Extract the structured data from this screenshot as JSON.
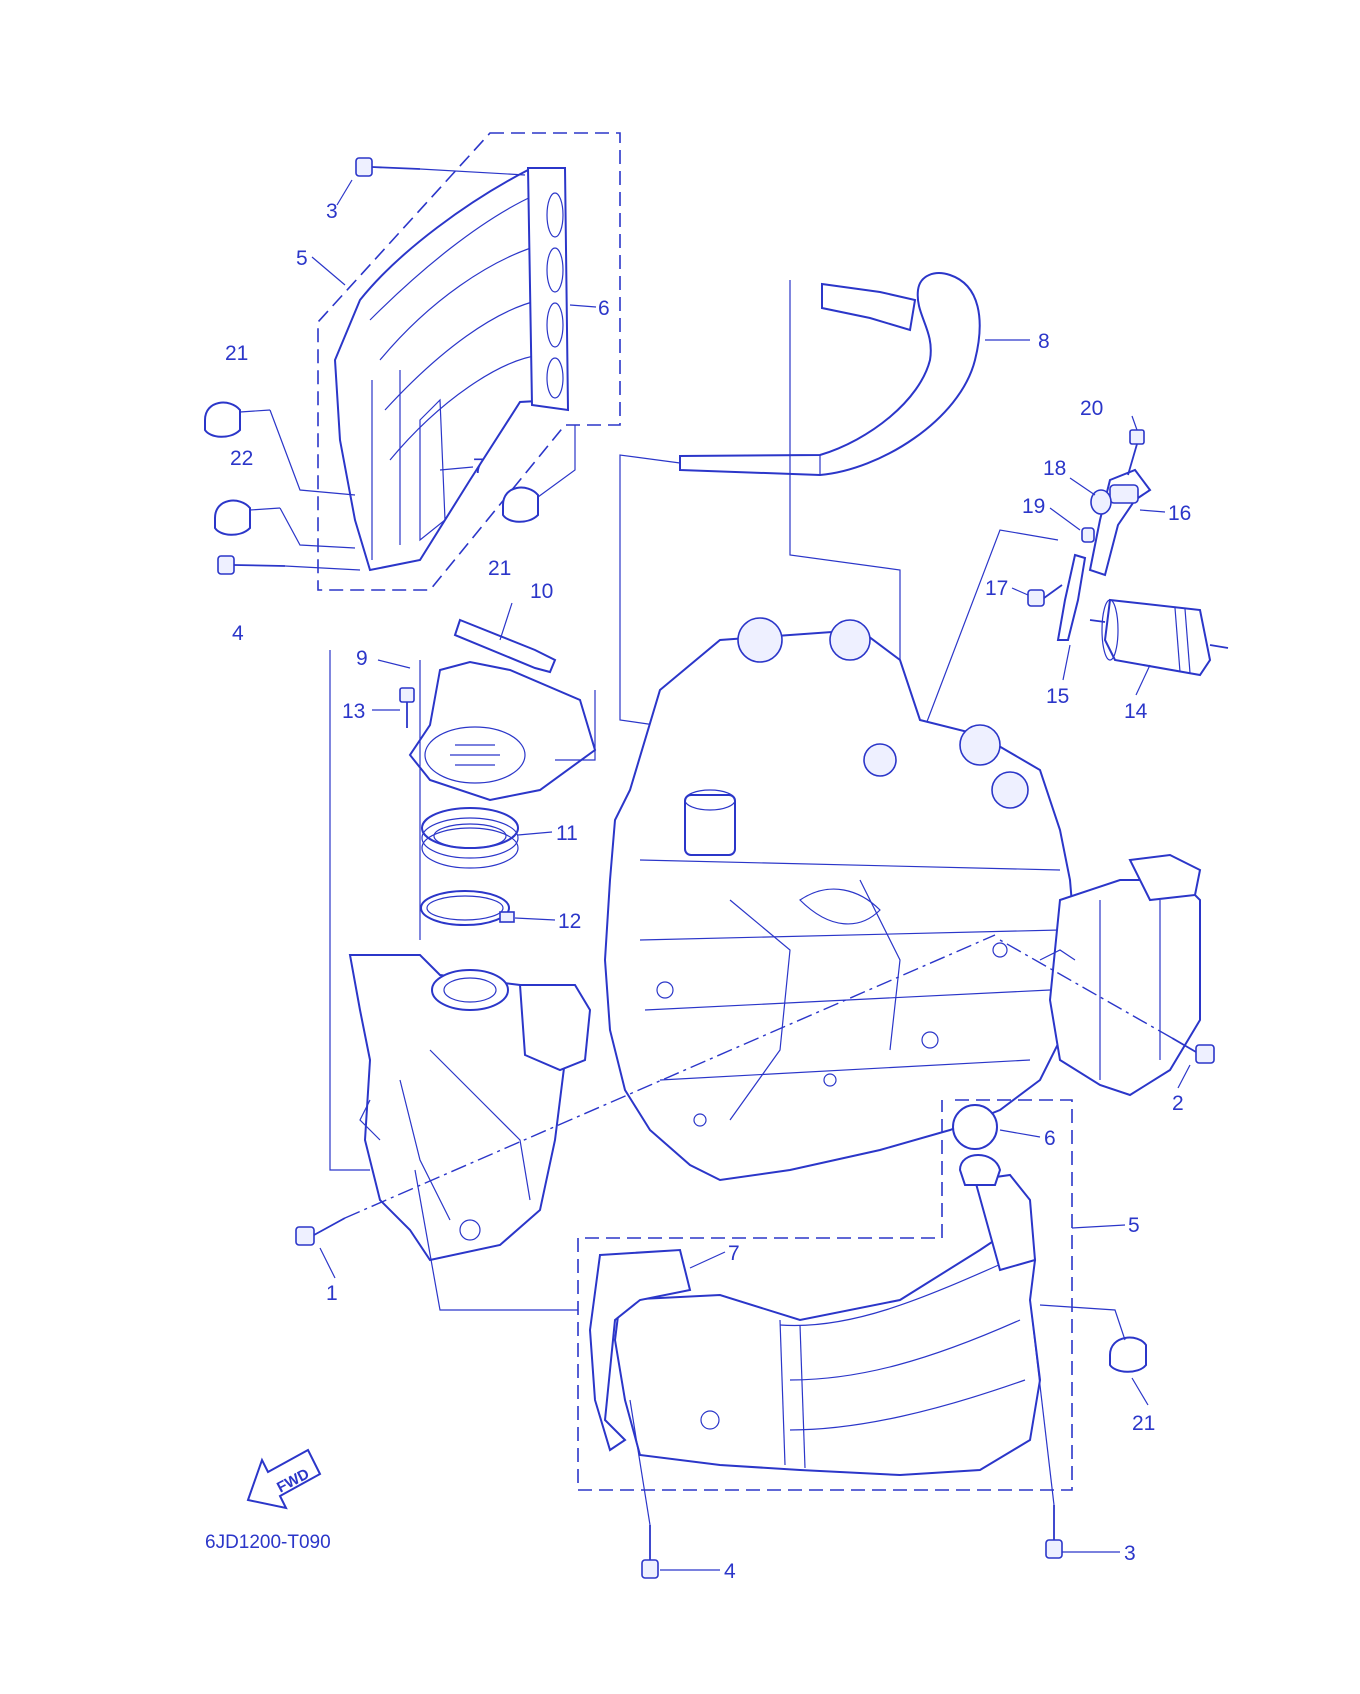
{
  "diagram_code": "6JD1200-T090",
  "fwd_label": "FWD",
  "callouts": [
    {
      "id": "c3a",
      "text": "3"
    },
    {
      "id": "c5a",
      "text": "5"
    },
    {
      "id": "c6a",
      "text": "6"
    },
    {
      "id": "c8",
      "text": "8"
    },
    {
      "id": "c21a",
      "text": "21"
    },
    {
      "id": "c20",
      "text": "20"
    },
    {
      "id": "c7a",
      "text": "7"
    },
    {
      "id": "c18",
      "text": "18"
    },
    {
      "id": "c22",
      "text": "22"
    },
    {
      "id": "c16",
      "text": "16"
    },
    {
      "id": "c19",
      "text": "19"
    },
    {
      "id": "c21b",
      "text": "21"
    },
    {
      "id": "c17",
      "text": "17"
    },
    {
      "id": "c4a",
      "text": "4"
    },
    {
      "id": "c10",
      "text": "10"
    },
    {
      "id": "c9",
      "text": "9"
    },
    {
      "id": "c15",
      "text": "15"
    },
    {
      "id": "c14",
      "text": "14"
    },
    {
      "id": "c13",
      "text": "13"
    },
    {
      "id": "c11",
      "text": "11"
    },
    {
      "id": "c12",
      "text": "12"
    },
    {
      "id": "c2",
      "text": "2"
    },
    {
      "id": "c6b",
      "text": "6"
    },
    {
      "id": "c1",
      "text": "1"
    },
    {
      "id": "c5b",
      "text": "5"
    },
    {
      "id": "c7b",
      "text": "7"
    },
    {
      "id": "c21c",
      "text": "21"
    },
    {
      "id": "c4b",
      "text": "4"
    },
    {
      "id": "c3b",
      "text": "3"
    }
  ],
  "colors": {
    "ink": "#2b36c9",
    "background": "#ffffff"
  }
}
